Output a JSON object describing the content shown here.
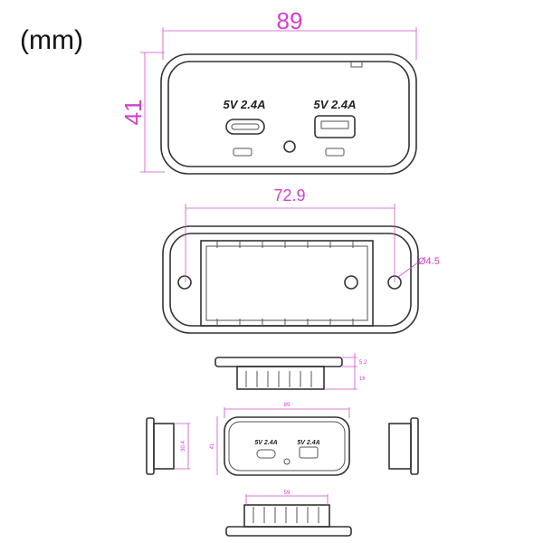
{
  "unit_label": "(mm)",
  "dimensions": {
    "width": "89",
    "height": "41",
    "hole_spacing": "72.9",
    "hole_diameter": "Ø4.5",
    "flange_thickness": "5.2",
    "body_depth": "16",
    "side_height": "30.4",
    "small_width": "89",
    "small_height": "41",
    "body_width": "59"
  },
  "ports": [
    {
      "label": "5V 2.4A",
      "type": "usb-c"
    },
    {
      "label": "5V 2.4A",
      "type": "usb-a"
    }
  ],
  "colors": {
    "dimension": "#d040d0",
    "outline": "#333333"
  }
}
